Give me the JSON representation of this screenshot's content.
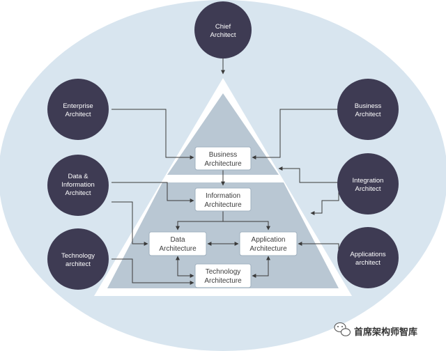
{
  "colors": {
    "background_ellipse": "#d8e5ef",
    "pyramid_fill": "#b9c7d3",
    "pyramid_border": "#ffffff",
    "role_circle": "#3e3b53",
    "role_text": "#ffffff",
    "box_fill": "#ffffff",
    "connector": "#3a3a3a"
  },
  "roles": {
    "chief": [
      "Chief",
      "Architect"
    ],
    "enterprise": [
      "Enterprise",
      "Architect"
    ],
    "data_information": [
      "Data &",
      "Information",
      "Architect"
    ],
    "technology": [
      "Technology",
      "architect"
    ],
    "business": [
      "Business",
      "Architect"
    ],
    "integration": [
      "Integration",
      "Architect"
    ],
    "applications": [
      "Applications",
      "architect"
    ]
  },
  "architectures": {
    "business": [
      "Business",
      "Architecture"
    ],
    "information": [
      "Information",
      "Architecture"
    ],
    "data": [
      "Data",
      "Architecture"
    ],
    "application": [
      "Application",
      "Architecture"
    ],
    "technology": [
      "Technology",
      "Architecture"
    ]
  },
  "watermark": {
    "icon": "wechat-icon",
    "text": "首席架构师智库"
  }
}
